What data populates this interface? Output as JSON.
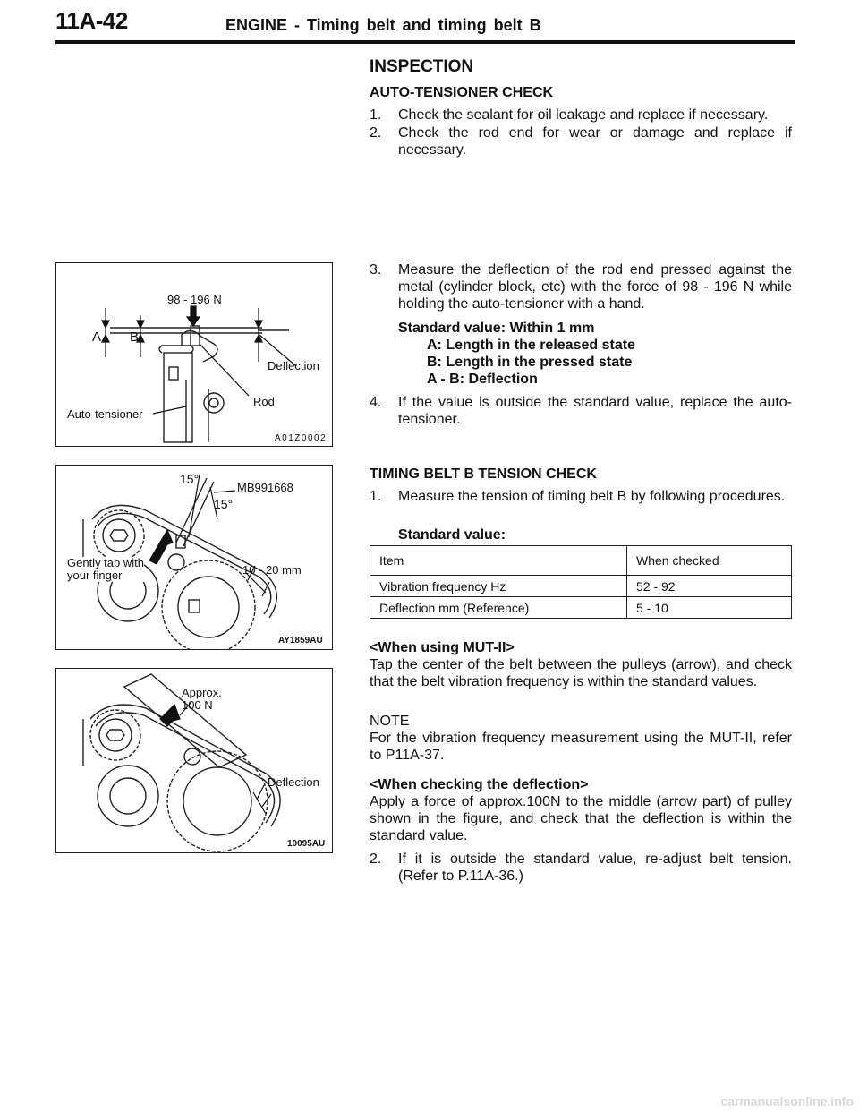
{
  "header": {
    "code": "11A-42",
    "title": "ENGINE - Timing belt and timing belt B"
  },
  "inspection": {
    "title": "INSPECTION",
    "auto_tensioner_heading": "AUTO-TENSIONER CHECK",
    "steps": [
      {
        "num": "1.",
        "text": "Check the sealant for oil leakage and replace if necessary."
      },
      {
        "num": "2.",
        "text": "Check the rod end for wear or damage and replace if necessary."
      },
      {
        "num": "3.",
        "text": "Measure the deflection of the rod end pressed against the metal (cylinder block, etc) with the force of 98 - 196 N while holding the auto-tensioner with a hand."
      },
      {
        "num": "4.",
        "text": "If the value is outside the standard value, replace the auto-tensioner."
      }
    ],
    "standard_value": "Standard value: Within 1 mm",
    "legend": [
      "A: Length in the released state",
      "B: Length in the pressed state",
      "A - B: Deflection"
    ]
  },
  "belt_check": {
    "heading": "TIMING BELT B TENSION CHECK",
    "step1": {
      "num": "1.",
      "text": "Measure the tension of timing belt B by following procedures."
    },
    "standard_value_label": "Standard value:",
    "table": {
      "header": [
        "Item",
        "When checked"
      ],
      "rows": [
        [
          "Vibration frequency Hz",
          "52 - 92"
        ],
        [
          "Deflection mm (Reference)",
          "5 - 10"
        ]
      ]
    },
    "mut_heading": "<When using MUT-II>",
    "mut_text": "Tap the center of the belt between the pulleys (arrow), and check that the belt vibration frequency is within the standard values.",
    "note_label": "NOTE",
    "note_text": "For the vibration frequency measurement using the MUT-II, refer to P11A-37.",
    "deflection_heading": "<When checking the deflection>",
    "deflection_text": "Apply a force of approx.100N to the middle (arrow part) of pulley shown in the figure, and check that the deflection is within the standard value.",
    "step2": {
      "num": "2.",
      "text": "If it is outside the standard value, re-adjust belt tension. (Refer to P.11A-36.)"
    }
  },
  "figures": {
    "fig1": {
      "force": "98 - 196 N",
      "a": "A",
      "b": "B",
      "deflection": "Deflection",
      "rod": "Rod",
      "auto_tensioner": "Auto-tensioner",
      "code": "A01Z0002"
    },
    "fig2": {
      "angle1": "15°",
      "angle2": "15°",
      "tool": "MB991668",
      "tap": "Gently tap with\nyour finger",
      "range": "10 - 20 mm",
      "code": "AY1859AU"
    },
    "fig3": {
      "approx": "Approx.\n100 N",
      "deflection": "Deflection",
      "code": "10095AU"
    }
  },
  "footer": {
    "watermark": "carmanualsonline.info"
  }
}
